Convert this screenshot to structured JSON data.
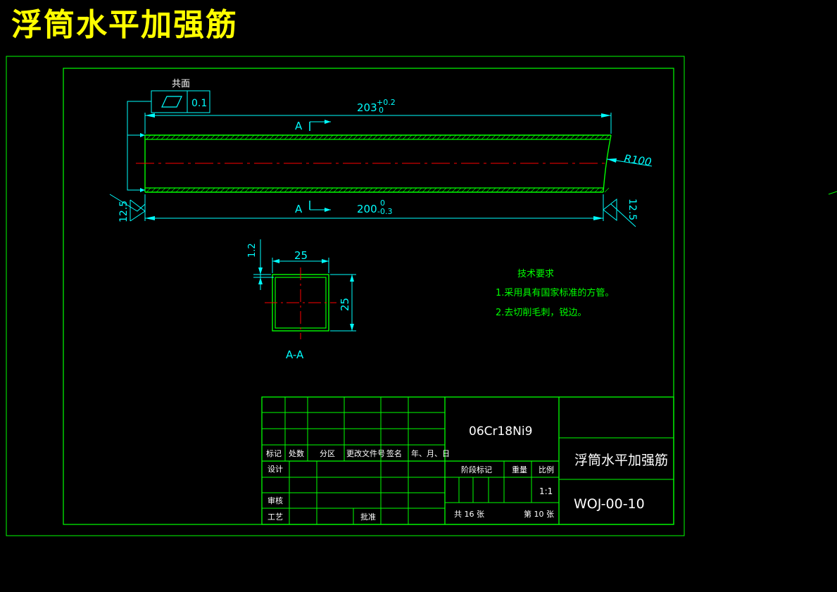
{
  "page_title": "浮筒水平加强筋",
  "drawing": {
    "flatness": {
      "label": "共面",
      "value": "0.1"
    },
    "length_top": {
      "nominal": "203",
      "upper": "+0.2",
      "lower": "0"
    },
    "length_bottom": {
      "nominal": "200",
      "upper": "0",
      "lower": "-0.3"
    },
    "radius": "R100",
    "roughness_left": "12.5",
    "roughness_right": "12.5",
    "section_mark": "A",
    "section": {
      "width": "25",
      "height": "25",
      "wall": "1.2",
      "label": "A-A"
    }
  },
  "tech_req": {
    "title": "技术要求",
    "items": [
      "1.采用具有国家标准的方管。",
      "2.去切削毛刺，锐边。"
    ]
  },
  "title_block": {
    "material": "06Cr18Ni9",
    "part_name": "浮筒水平加强筋",
    "part_number": "WOJ-00-10",
    "scale_header": "比例",
    "scale": "1:1",
    "stage_label": "阶段标记",
    "weight_label": "重量",
    "total_sheets": "共 16 张",
    "sheet_no": "第 10 张",
    "headers": [
      "标记",
      "处数",
      "分区",
      "更改文件号",
      "签名",
      "年、月、日"
    ],
    "roles": {
      "design": "设计",
      "review": "审核",
      "process": "工艺",
      "approve": "批准"
    }
  },
  "colors": {
    "frame": "#00ff00",
    "object": "#00ff00",
    "dimension": "#00ffff",
    "centerline": "#ff0000",
    "text": "#ffffff",
    "title": "#ffff00"
  }
}
